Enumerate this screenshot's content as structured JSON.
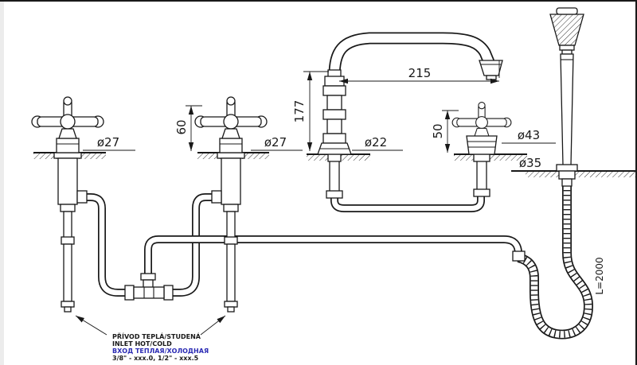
{
  "drawing": {
    "type": "faucet-installation-technical-drawing",
    "line_color": "#191919",
    "note_accent": "#2b2bb4"
  },
  "dims": {
    "spout_height": "177",
    "spout_reach": "215",
    "cold_handle_height": "60",
    "diverter_height": "50",
    "hot_valve_dia": "ø27",
    "cold_valve_dia": "ø27",
    "spout_dia": "ø22",
    "diverter_dia": "ø43",
    "shower_holder_dia": "ø35",
    "hose_length": "L=2000"
  },
  "notes": {
    "cz": "PŘÍVOD TEPLÁ/STUDENÁ",
    "en": "INLET HOT/COLD",
    "ru": "ВХОД ТЕПЛАЯ/ХОЛОДНАЯ",
    "sizes": "3/8\" - xxx.0,  1/2\" - xxx.5"
  }
}
